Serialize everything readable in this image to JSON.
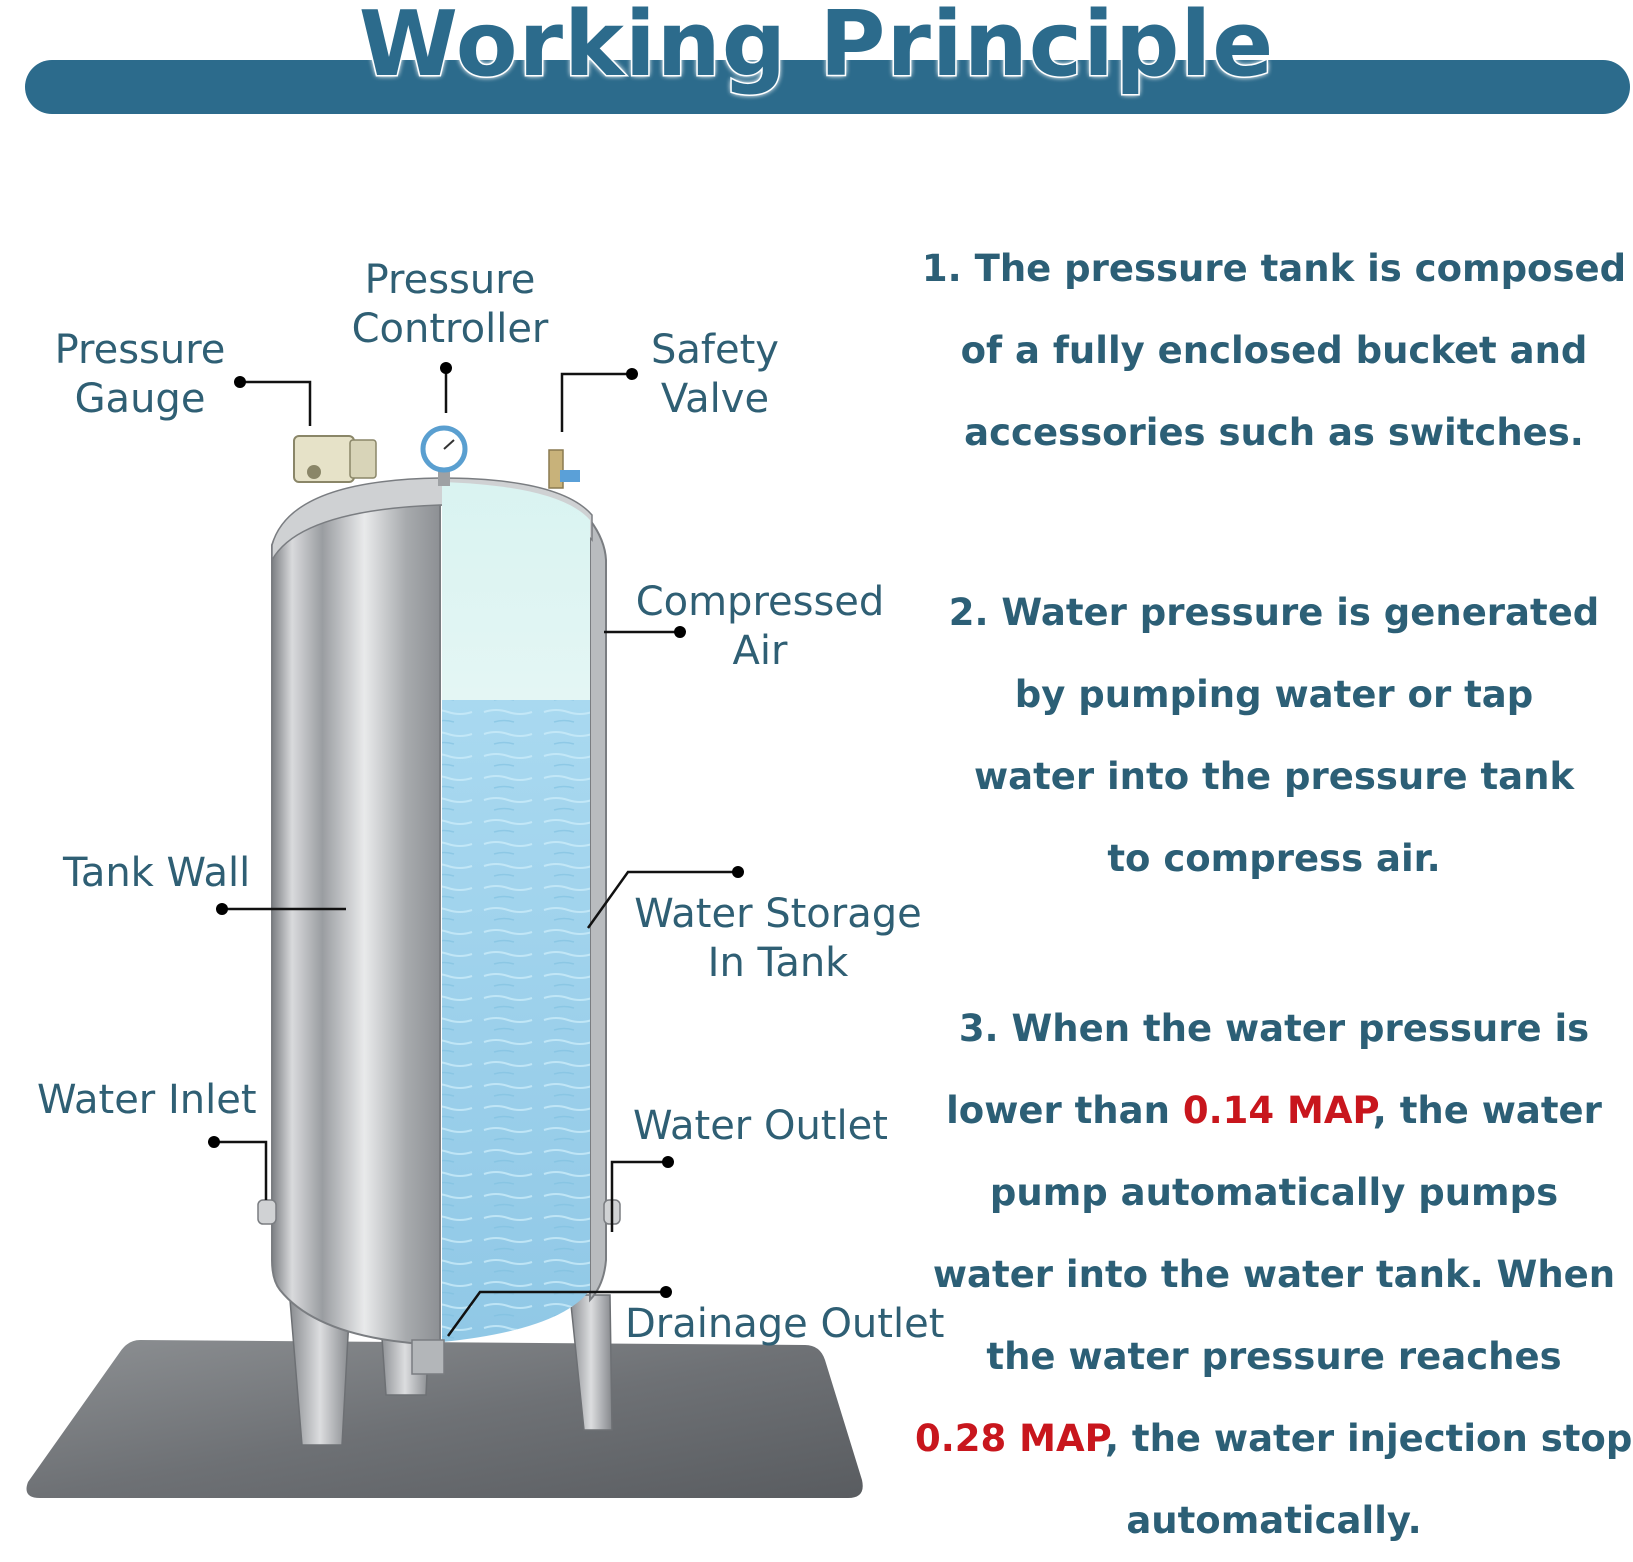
{
  "title": "Working Principle",
  "labels": {
    "pressure_gauge": [
      "Pressure",
      "Gauge"
    ],
    "pressure_controller": [
      "Pressure",
      "Controller"
    ],
    "safety_valve": [
      "Safety",
      "Valve"
    ],
    "compressed_air": [
      "Compressed",
      "Air"
    ],
    "tank_wall": "Tank Wall",
    "water_storage": [
      "Water Storage",
      "In Tank"
    ],
    "water_inlet": "Water Inlet",
    "water_outlet": "Water Outlet",
    "drainage_outlet": "Drainage Outlet"
  },
  "steps": {
    "step1": [
      "1. The pressure tank is composed",
      "of a fully enclosed bucket and",
      "accessories such as switches."
    ],
    "step2": [
      "2. Water pressure is generated",
      "by pumping water or tap",
      "water into the pressure tank",
      "to compress air."
    ],
    "step3": {
      "line1": "3. When the water pressure is",
      "line2_pre": "lower than ",
      "line2_hl": "0.14 MAP",
      "line2_post": ", the water",
      "line3": "pump automatically pumps",
      "line4": "water into the water tank. When",
      "line5": "the water pressure reaches",
      "line6_hl": "0.28 MAP",
      "line6_post": ", the water injection stops",
      "line7": "automatically."
    }
  },
  "colors": {
    "accent": "#2c6b8c",
    "label_text": "#2f5f74",
    "highlight": "#c8161d",
    "water": "#a8d8ee"
  }
}
